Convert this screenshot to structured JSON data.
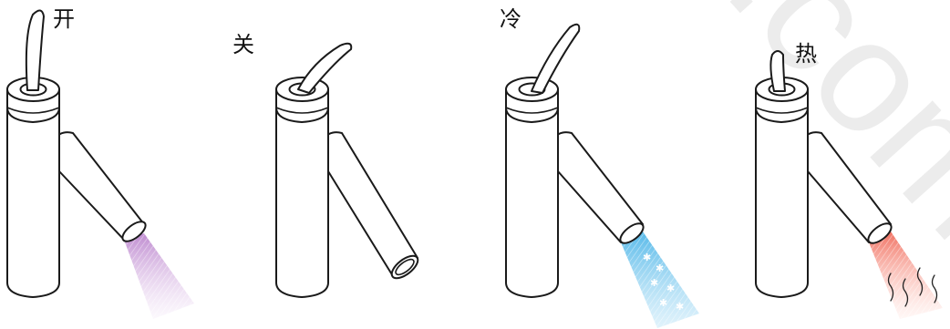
{
  "watermark": ".com",
  "faucets": [
    {
      "label": "开",
      "state": "open",
      "stream_color": "#b478c8"
    },
    {
      "label": "关",
      "state": "closed",
      "stream_color": null
    },
    {
      "label": "冷",
      "state": "cold",
      "stream_color": "#4fb6e8"
    },
    {
      "label": "热",
      "state": "hot",
      "stream_color": "#f06a5a"
    }
  ]
}
